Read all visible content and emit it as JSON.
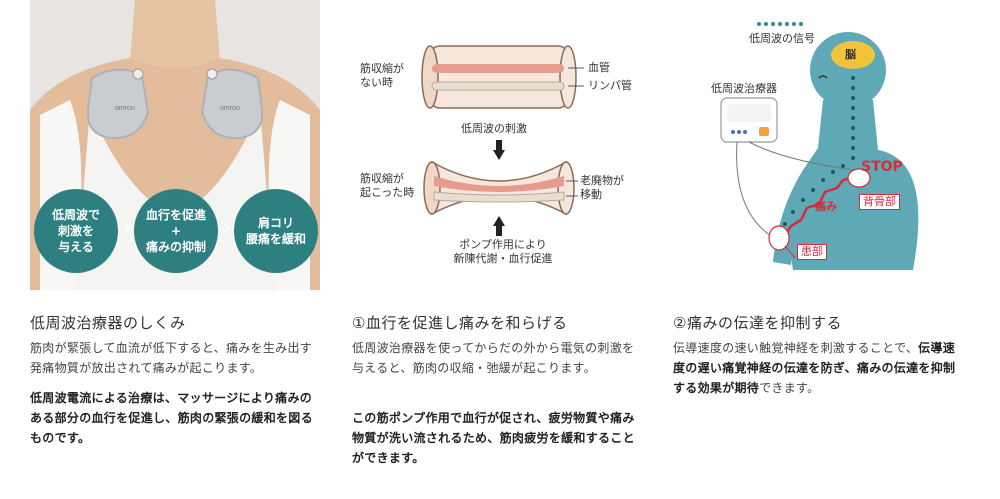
{
  "col1": {
    "flow": [
      {
        "lines": [
          "低周波で",
          "刺激を",
          "与える"
        ]
      },
      {
        "lines": [
          "血行を促進",
          "+",
          "痛みの抑制"
        ]
      },
      {
        "lines": [
          "肩コリ",
          "腰痛を緩和"
        ]
      }
    ],
    "logo_text": "omron",
    "heading": "低周波治療器のしくみ",
    "para1": "筋肉が緊張して血流が低下すると、痛みを生み出す発痛物質が放出されて痛みが起こります。",
    "para2": "低周波電流による治療は、マッサージにより痛みのある部分の血行を促進し、筋肉の緊張の緩和を図るものです。"
  },
  "col2": {
    "diagram": {
      "top_left": [
        "筋収縮が",
        "ない時"
      ],
      "label_vessel": "血管",
      "label_lymph": "リンパ管",
      "stimulus": "低周波の刺激",
      "mid_left": [
        "筋収縮が",
        "起こった時"
      ],
      "waste": [
        "老廃物が",
        "移動"
      ],
      "pump": [
        "ポンプ作用により",
        "新陳代謝・血行促進"
      ]
    },
    "heading": "①血行を促進し痛みを和らげる",
    "para1": "低周波治療器を使ってからだの外から電気の刺激を与えると、筋肉の収縮・弛緩が起こります。",
    "para2": "この筋ポンプ作用で血行が促され、疲労物質や痛み物質が洗い流されるため、筋肉疲労を緩和することができます。"
  },
  "col3": {
    "diagram": {
      "signal_legend": "低周波の信号",
      "device": "低周波治療器",
      "brain": "脳",
      "stop": "STOP",
      "spine": "背骨部",
      "pain": "痛み",
      "affected": "患部"
    },
    "heading": "②痛みの伝達を抑制する",
    "para_plain": "伝導速度の速い触覚神経を刺激することで、",
    "para_bold": "伝導速度の遅い痛覚神経の伝達を防ぎ、痛みの伝達を抑制する効果が期待",
    "para_end": "できます。"
  },
  "colors": {
    "teal": "#2e7f80",
    "body_blue": "#5fa8b6",
    "red": "#d72b3a",
    "brain_yellow": "#f1c43c"
  }
}
